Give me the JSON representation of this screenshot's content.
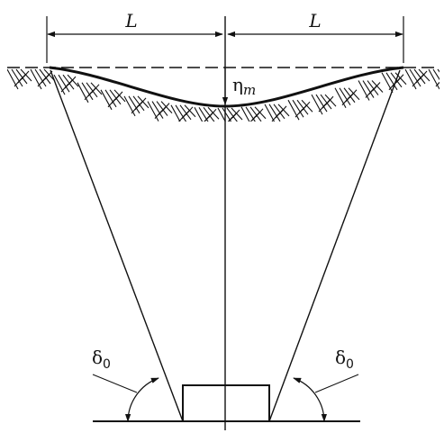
{
  "diagram": {
    "dimension_left_label": "L",
    "dimension_right_label": "L",
    "max_subsidence_symbol": "η",
    "max_subsidence_subscript": "m",
    "angle_left_symbol": "δ",
    "angle_left_subscript": "0",
    "angle_right_symbol": "δ",
    "angle_right_subscript": "0",
    "stroke_color": "#111111",
    "background_color": "#ffffff"
  }
}
